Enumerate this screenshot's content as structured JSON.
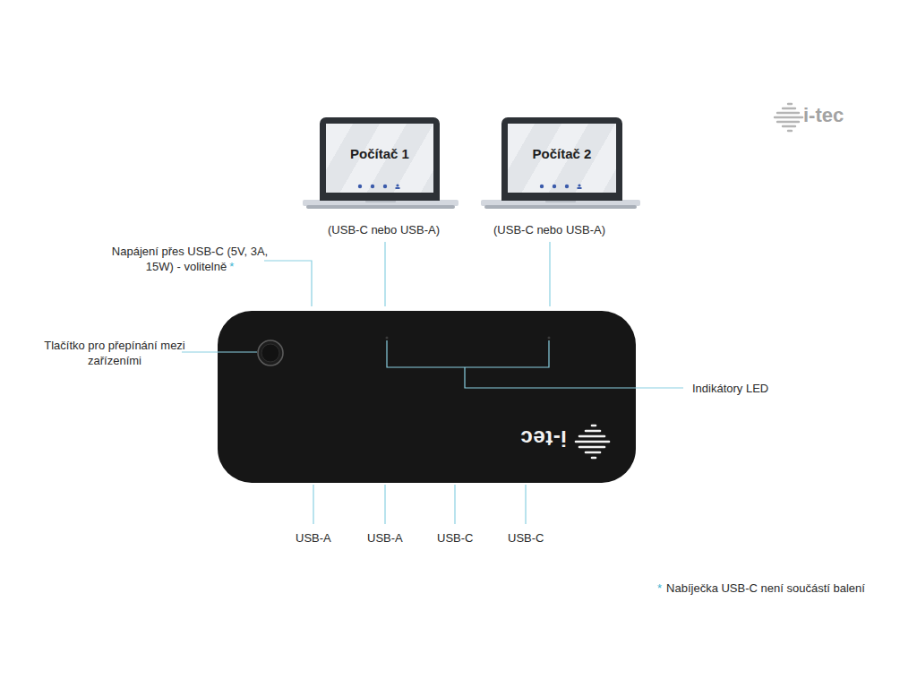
{
  "diagram": {
    "nodes": [
      {
        "text": [
          "Počítač 1"
        ]
      },
      {
        "text": [
          "Počítač 2"
        ]
      },
      {
        "text": [
          "i-tec"
        ]
      }
    ],
    "labels": [
      "i-tec",
      "(USB-C nebo USB-A)",
      "(USB-C nebo USB-A)",
      "Napájení přes USB-C (5V, 3A, 15W) - volitelně",
      "*",
      "Tlačítko pro přepínání mezi zařízeními",
      "Indikátory LED",
      "USB-A",
      "USB-A",
      "USB-C",
      "USB-C",
      "*",
      "Nabíječka USB-C není součástí balení"
    ]
  }
}
